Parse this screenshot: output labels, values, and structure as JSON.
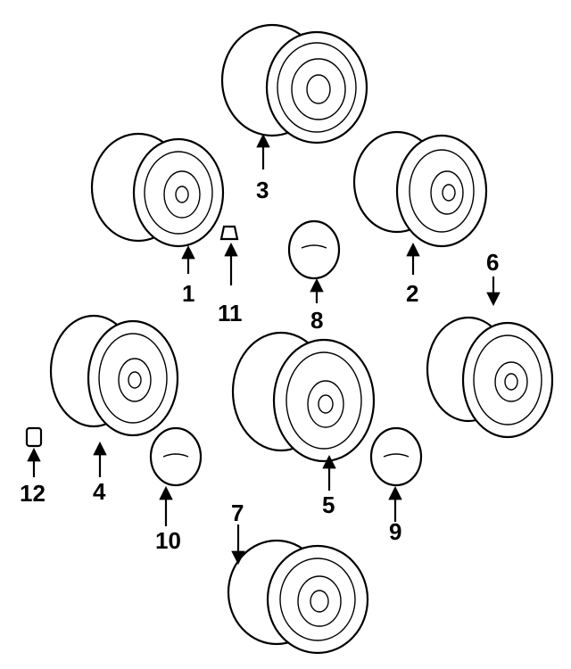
{
  "parts": [
    {
      "id": "wheel-1",
      "callout": "1",
      "kind": "wheel",
      "rim_style": "slotted"
    },
    {
      "id": "wheel-2",
      "callout": "2",
      "kind": "wheel",
      "rim_style": "round-holes"
    },
    {
      "id": "wheel-3",
      "callout": "3",
      "kind": "wheel",
      "rim_style": "plain"
    },
    {
      "id": "wheel-4",
      "callout": "4",
      "kind": "wheel",
      "rim_style": "slotted"
    },
    {
      "id": "wheel-5",
      "callout": "5",
      "kind": "wheel",
      "rim_style": "slotted"
    },
    {
      "id": "wheel-6",
      "callout": "6",
      "kind": "wheel",
      "rim_style": "round-holes"
    },
    {
      "id": "wheel-7",
      "callout": "7",
      "kind": "wheel",
      "rim_style": "plain"
    },
    {
      "id": "center-cap-8",
      "callout": "8",
      "kind": "center-cap"
    },
    {
      "id": "center-cap-9",
      "callout": "9",
      "kind": "center-cap"
    },
    {
      "id": "center-cap-10",
      "callout": "10",
      "kind": "center-cap"
    },
    {
      "id": "valve-stem-11",
      "callout": "11",
      "kind": "valve-stem"
    },
    {
      "id": "lug-nut-12",
      "callout": "12",
      "kind": "lug-nut"
    }
  ],
  "colors": {
    "line": "#000000",
    "background": "#ffffff"
  }
}
